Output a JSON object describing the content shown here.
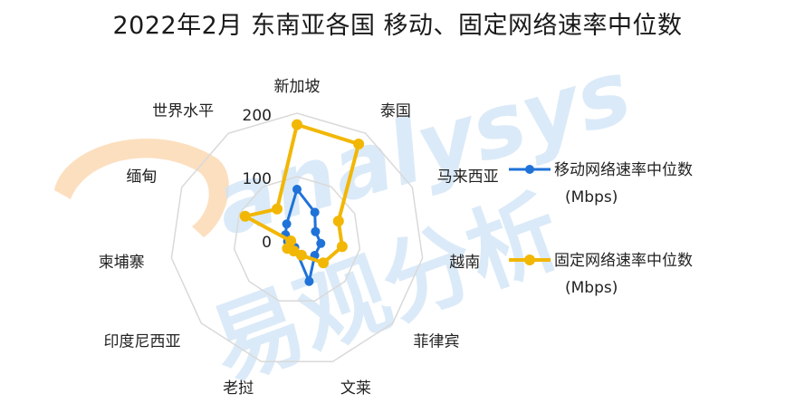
{
  "chart_data": {
    "type": "radar",
    "title": "2022年2月 东南亚各国 移动、固定网络速率中位数",
    "categories": [
      "新加坡",
      "泰国",
      "马来西亚",
      "越南",
      "菲律宾",
      "文莱",
      "老挝",
      "印度尼西亚",
      "柬埔寨",
      "缅甸",
      "世界水平"
    ],
    "rlim": [
      0,
      200
    ],
    "ticks": [
      0,
      100,
      200
    ],
    "grid": true,
    "legend_position": "right",
    "series": [
      {
        "name": "移动网络速率中位数",
        "unit": "(Mbps)",
        "color": "#1f72d8",
        "values": [
          80,
          52,
          32,
          38,
          37,
          68,
          12,
          18,
          15,
          20,
          30
        ]
      },
      {
        "name": "固定网络速率中位数",
        "unit": "(Mbps)",
        "color": "#f2b705",
        "values": [
          182,
          180,
          72,
          72,
          55,
          25,
          18,
          20,
          10,
          90,
          58
        ]
      }
    ]
  },
  "watermark": {
    "brand": "analysys",
    "text": "易观分析",
    "brand_color": "#f7b26a",
    "text_color": "#cfe3f6"
  }
}
